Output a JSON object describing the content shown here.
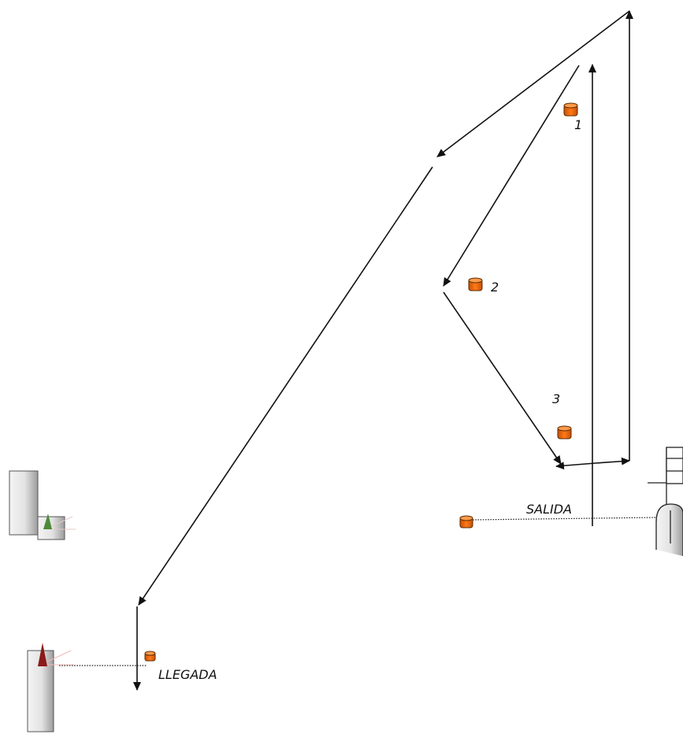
{
  "buoys": [
    {
      "id": "1",
      "label": "1"
    },
    {
      "id": "2",
      "label": "2"
    },
    {
      "id": "3",
      "label": "3"
    },
    {
      "id": "salida",
      "label": ""
    },
    {
      "id": "llegada",
      "label": ""
    }
  ],
  "labels": {
    "buoy1": "1",
    "buoy2": "2",
    "buoy3": "3",
    "start": "SALIDA",
    "finish": "LLEGADA"
  },
  "colors": {
    "buoy_fill": "#f0640a",
    "buoy_top": "#ff9a4a",
    "buoy_stroke": "#5a2a00",
    "course_line": "#111111",
    "dotted_line": "#222222",
    "tower_light": "#f2f2f2",
    "tower_shade": "#a8a8a8",
    "green_light": "#4c8a3a",
    "red_light": "#8b1a1a"
  },
  "icons": {
    "start_boat": "committee-boat-icon",
    "tower_green": "tower-green-light-icon",
    "tower_red": "tower-red-light-icon"
  }
}
